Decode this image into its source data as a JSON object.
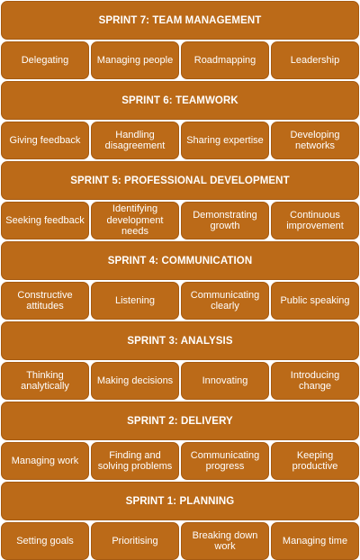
{
  "sprints": [
    {
      "title": "SPRINT 7: TEAM MANAGEMENT",
      "skills": [
        "Delegating",
        "Managing people",
        "Roadmapping",
        "Leadership"
      ]
    },
    {
      "title": "SPRINT 6: TEAMWORK",
      "skills": [
        "Giving feedback",
        "Handling disagreement",
        "Sharing expertise",
        "Developing networks"
      ]
    },
    {
      "title": "SPRINT 5: PROFESSIONAL DEVELOPMENT",
      "skills": [
        "Seeking feedback",
        "Identifying development needs",
        "Demonstrating growth",
        "Continuous improvement"
      ]
    },
    {
      "title": "SPRINT 4: COMMUNICATION",
      "skills": [
        "Constructive attitudes",
        "Listening",
        "Communicating clearly",
        "Public speaking"
      ]
    },
    {
      "title": "SPRINT 3: ANALYSIS",
      "skills": [
        "Thinking analytically",
        "Making decisions",
        "Innovating",
        "Introducing change"
      ]
    },
    {
      "title": "SPRINT 2: DELIVERY",
      "skills": [
        "Managing work",
        "Finding and solving problems",
        "Communicating progress",
        "Keeping productive"
      ]
    },
    {
      "title": "SPRINT 1: PLANNING",
      "skills": [
        "Setting goals",
        "Prioritising",
        "Breaking down work",
        "Managing time"
      ]
    }
  ],
  "colors": {
    "box_fill": "#bb6a18",
    "box_border": "#a65a10",
    "text": "#ffffff"
  }
}
